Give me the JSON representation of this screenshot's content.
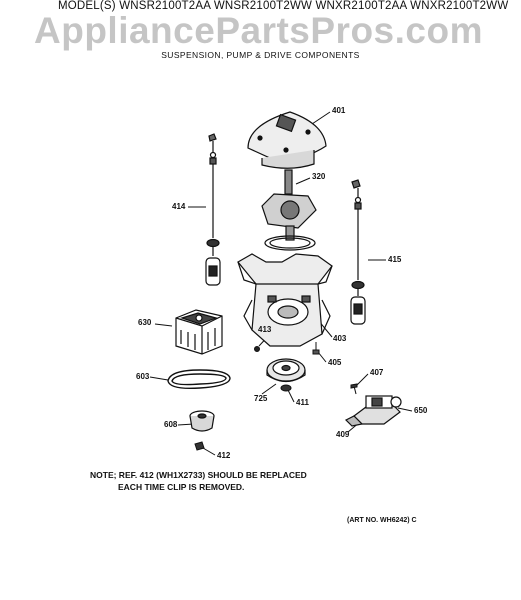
{
  "header": {
    "model_line": "MODEL(S) WNSR2100T2AA  WNSR2100T2WW  WNXR2100T2AA  WNXR2100T2WW",
    "watermark": "AppliancePartsPros.com",
    "subtitle": "SUSPENSION, PUMP & DRIVE COMPONENTS"
  },
  "callouts": {
    "c401": "401",
    "c320": "320",
    "c414": "414",
    "c415": "415",
    "c630": "630",
    "c413": "413",
    "c403": "403",
    "c405": "405",
    "c603": "603",
    "c407": "407",
    "c725": "725",
    "c411": "411",
    "c650": "650",
    "c608": "608",
    "c409": "409",
    "c412": "412"
  },
  "note": {
    "line1": "NOTE; REF. 412 (WH1X2733) SHOULD BE REPLACED",
    "line2": "EACH TIME CLIP IS REMOVED."
  },
  "art_number": "(ART NO. WH6242) C"
}
